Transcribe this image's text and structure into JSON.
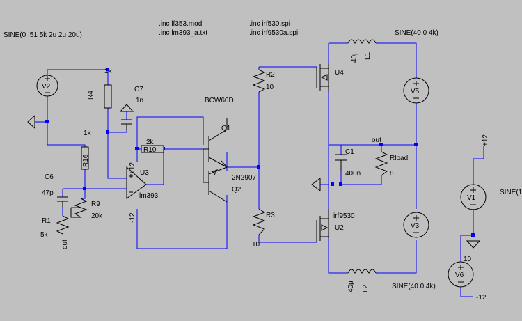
{
  "directives": {
    "source_v2": "SINE(0 .51 5k 2u 2u 20u)",
    "inc_lf353": ".inc lf353.mod",
    "inc_lm393": ".inc lm393_a.txt",
    "inc_irf530": ".inc irf530.spi",
    "inc_irf9530": ".inc irf9530a.spi"
  },
  "net_labels": {
    "r4_top": "1k",
    "r16_top": "1k",
    "out_node": "out",
    "out_r1": "out",
    "plus12_u3": "+12",
    "minus12_u3": "-12",
    "plus12_v1": "+12",
    "minus12_v6": "-12"
  },
  "components": {
    "v2": "V2",
    "r4": "R4",
    "c7": "C7",
    "c7_val": "1n",
    "r16": "R16",
    "c6": "C6",
    "c6_val": "47p",
    "r1": "R1",
    "r1_val": "5k",
    "r9": "R9",
    "r9_val": "20k",
    "r10": "R10",
    "r10_val": "2k",
    "u3": "U3",
    "u3_model": "lm393",
    "q1": "Q1",
    "q1_model": "BCW60D",
    "q2": "Q2",
    "q2_model": "2N2907",
    "r2": "R2",
    "r2_val": "10",
    "r3": "R3",
    "r3_val": "10",
    "u4": "U4",
    "u2": "U2",
    "u2_model": "irf9530",
    "l1": "L1",
    "l1_val": "40µ",
    "l2": "L2",
    "l2_val": "40µ",
    "v5": "V5",
    "v5_val": "SINE(40 0 4k)",
    "v3": "V3",
    "v3_val": "SINE(40 0 4k)",
    "c1": "C1",
    "c1_val": "400n",
    "rload": "Rload",
    "rload_val": "8",
    "v1": "V1",
    "v1_val": "SINE(1",
    "v6": "V6",
    "v6_val": "10"
  },
  "colors": {
    "background": "#c0c0c0",
    "wire": "#0000ff",
    "component": "#000000"
  }
}
